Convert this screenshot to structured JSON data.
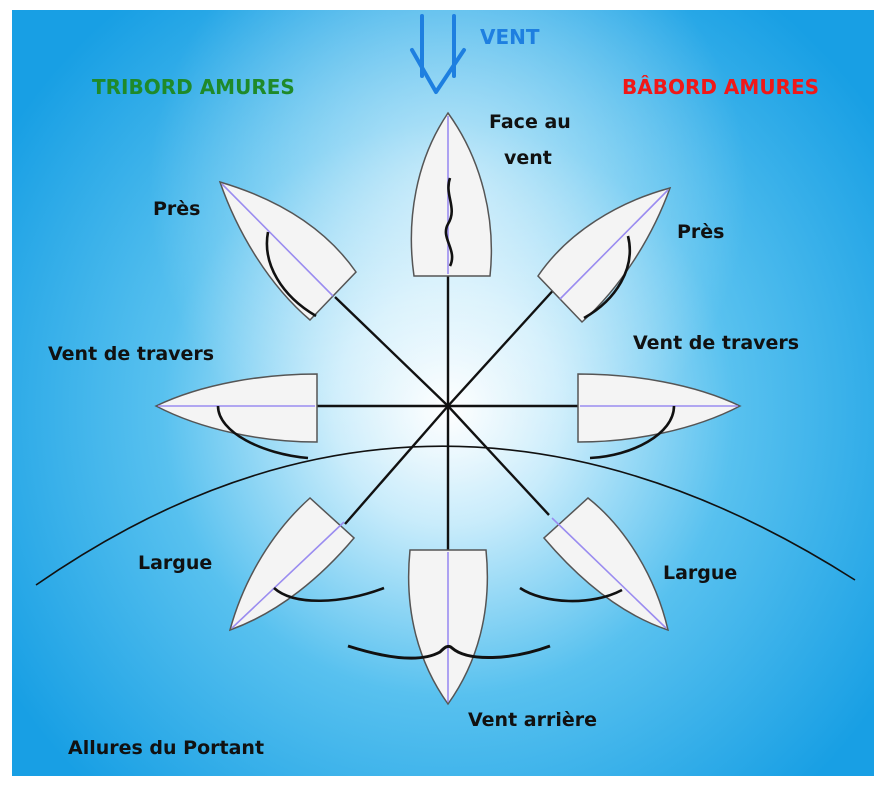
{
  "wind": {
    "label": "VENT",
    "color": "#1e7fe0"
  },
  "tacks": {
    "starboard": {
      "label": "TRIBORD AMURES",
      "color": "#1f8a2a"
    },
    "port": {
      "label": "BÂBORD AMURES",
      "color": "#f01818"
    }
  },
  "points_of_sail": {
    "head_to_wind": [
      "Face au",
      "vent"
    ],
    "close_hauled_left": "Près",
    "close_hauled_right": "Près",
    "beam_reach_left": "Vent de travers",
    "beam_reach_right": "Vent de travers",
    "broad_reach_left": "Largue",
    "broad_reach_right": "Largue",
    "running": "Vent arrière"
  },
  "zone_label": "Allures du Portant",
  "colors": {
    "background_center": "#ffffff",
    "background_edge": "#1aa6e8",
    "hull_fill": "#f4f4f4",
    "hull_stroke": "#555555",
    "keel_line": "#9a8cf0",
    "sail": "#111111"
  }
}
